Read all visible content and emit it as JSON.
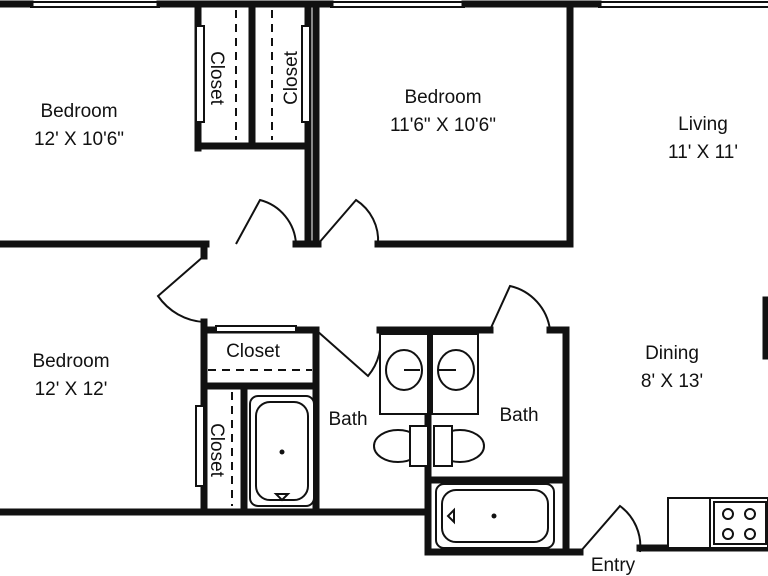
{
  "rooms": {
    "bedroom_top_left": {
      "name": "Bedroom",
      "size": "12' X 10'6\""
    },
    "bedroom_top_middle": {
      "name": "Bedroom",
      "size": "11'6\" X 10'6\""
    },
    "living": {
      "name": "Living",
      "size": "11' X 11'"
    },
    "bedroom_left": {
      "name": "Bedroom",
      "size": "12' X 12'"
    },
    "dining": {
      "name": "Dining",
      "size": "8' X 13'"
    },
    "bath_left": {
      "name": "Bath"
    },
    "bath_right": {
      "name": "Bath"
    },
    "entry": {
      "name": "Entry"
    }
  },
  "closets": {
    "closet_top_1": "Closet",
    "closet_top_2": "Closet",
    "closet_mid": "Closet",
    "closet_low": "Closet"
  }
}
